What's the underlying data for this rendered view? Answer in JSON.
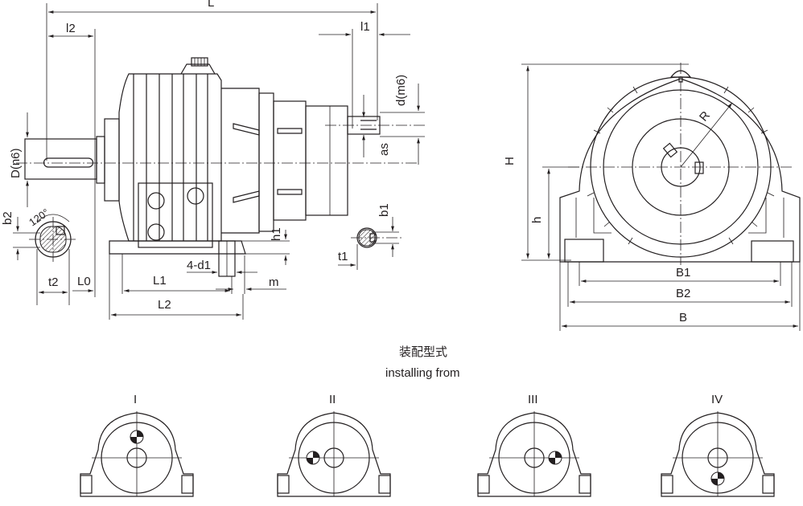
{
  "labels": {
    "L": "L",
    "l2": "l2",
    "l1": "l1",
    "D_n6": "D(n6)",
    "d_m6": "d(m6)",
    "a_s": "as",
    "b2": "b2",
    "b1": "b1",
    "angle": "120°",
    "t2": "t2",
    "t1": "t1",
    "L0": "L0",
    "L1": "L1",
    "L2": "L2",
    "d1": "4-d1",
    "m": "m",
    "h1": "h1",
    "H": "H",
    "h": "h",
    "R": "R",
    "B1": "B1",
    "B2": "B2",
    "B": "B"
  },
  "installing": {
    "title_cn": "装配型式",
    "title_en": "installing from",
    "variants": [
      "I",
      "II",
      "III",
      "IV"
    ]
  }
}
